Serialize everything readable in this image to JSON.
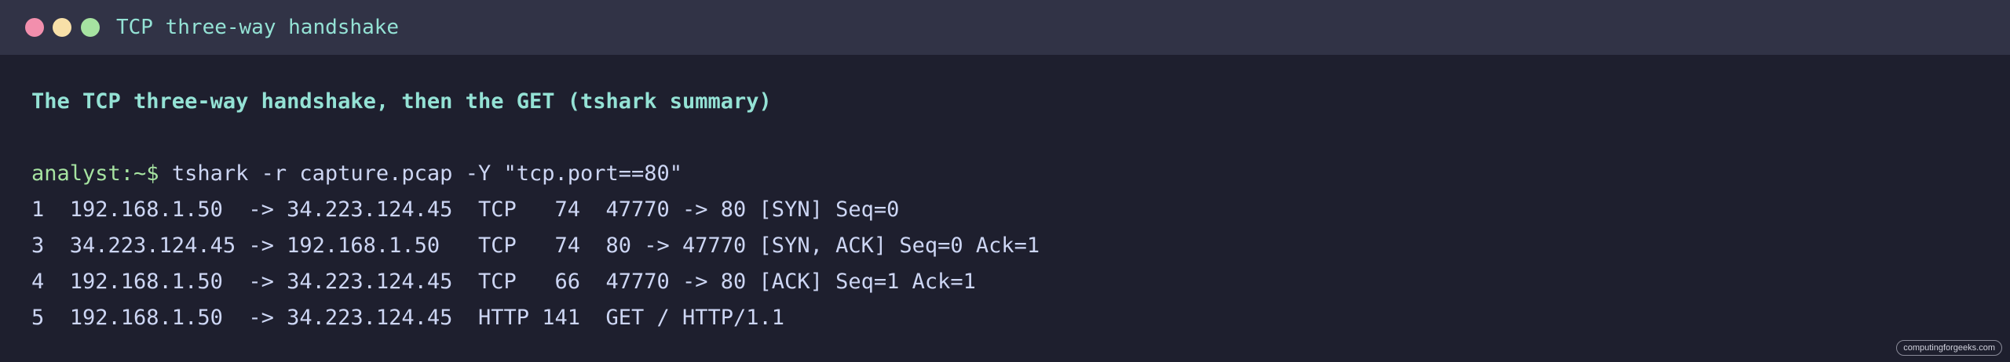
{
  "window": {
    "title": "TCP three-way handshake",
    "controls": [
      "close",
      "minimize",
      "maximize"
    ]
  },
  "heading": "The TCP three-way handshake, then the GET (tshark summary)",
  "terminal": {
    "prompt": "analyst:~$",
    "command": " tshark -r capture.pcap -Y \"tcp.port==80\"",
    "output": [
      "1  192.168.1.50  -> 34.223.124.45  TCP   74  47770 -> 80 [SYN] Seq=0",
      "3  34.223.124.45 -> 192.168.1.50   TCP   74  80 -> 47770 [SYN, ACK] Seq=0 Ack=1",
      "4  192.168.1.50  -> 34.223.124.45  TCP   66  47770 -> 80 [ACK] Seq=1 Ack=1",
      "5  192.168.1.50  -> 34.223.124.45  HTTP 141  GET / HTTP/1.1"
    ]
  },
  "watermark": "computingforgeeks.com",
  "colors": {
    "background": "#1e1f2e",
    "titlebar": "#313346",
    "accent_teal": "#94e2d5",
    "prompt_green": "#a6e3a1",
    "text": "#cdd6f4",
    "dot_red": "#f28fad",
    "dot_yellow": "#f8e0a8",
    "dot_green": "#a6e3a1"
  }
}
